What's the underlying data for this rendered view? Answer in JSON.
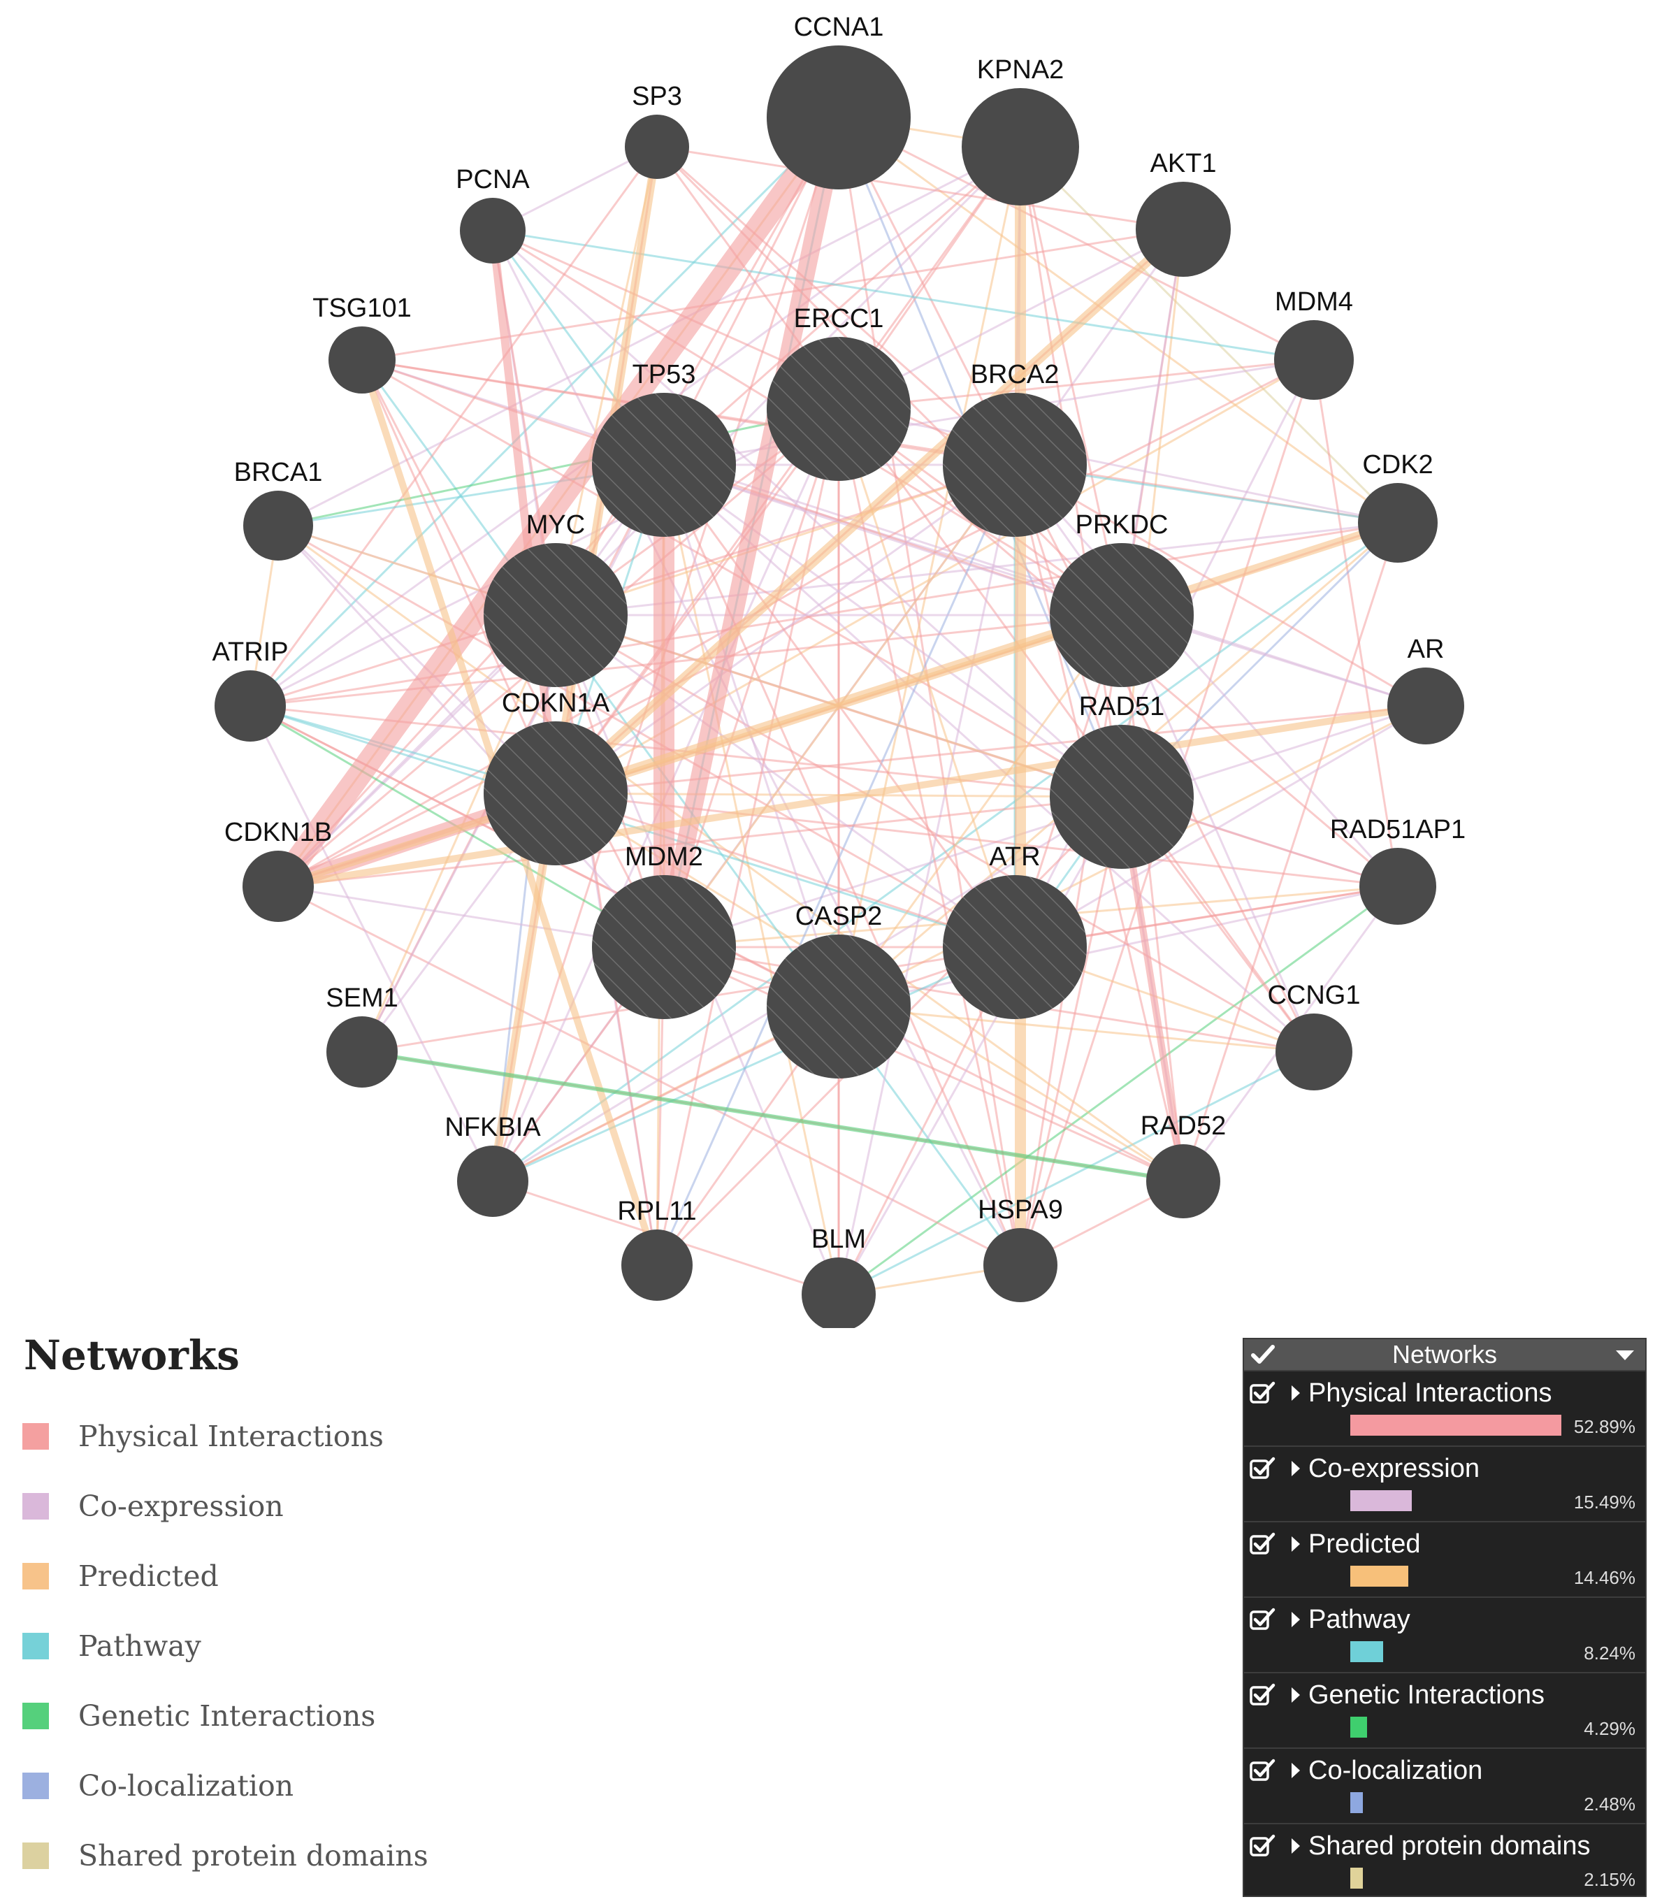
{
  "nodes": [
    {
      "id": "CCNA1",
      "label": "CCNA1",
      "kind": "related"
    },
    {
      "id": "KPNA2",
      "label": "KPNA2",
      "kind": "related"
    },
    {
      "id": "AKT1",
      "label": "AKT1",
      "kind": "related"
    },
    {
      "id": "MDM4",
      "label": "MDM4",
      "kind": "related"
    },
    {
      "id": "CDK2",
      "label": "CDK2",
      "kind": "related"
    },
    {
      "id": "AR",
      "label": "AR",
      "kind": "related"
    },
    {
      "id": "RAD51AP1",
      "label": "RAD51AP1",
      "kind": "related"
    },
    {
      "id": "CCNG1",
      "label": "CCNG1",
      "kind": "related"
    },
    {
      "id": "RAD52",
      "label": "RAD52",
      "kind": "related"
    },
    {
      "id": "HSPA9",
      "label": "HSPA9",
      "kind": "related"
    },
    {
      "id": "BLM",
      "label": "BLM",
      "kind": "related"
    },
    {
      "id": "RPL11",
      "label": "RPL11",
      "kind": "related"
    },
    {
      "id": "NFKBIA",
      "label": "NFKBIA",
      "kind": "related"
    },
    {
      "id": "SEM1",
      "label": "SEM1",
      "kind": "related"
    },
    {
      "id": "CDKN1B",
      "label": "CDKN1B",
      "kind": "related"
    },
    {
      "id": "ATRIP",
      "label": "ATRIP",
      "kind": "related"
    },
    {
      "id": "BRCA1",
      "label": "BRCA1",
      "kind": "related"
    },
    {
      "id": "TSG101",
      "label": "TSG101",
      "kind": "related"
    },
    {
      "id": "PCNA",
      "label": "PCNA",
      "kind": "related"
    },
    {
      "id": "SP3",
      "label": "SP3",
      "kind": "related"
    },
    {
      "id": "ERCC1",
      "label": "ERCC1",
      "kind": "query"
    },
    {
      "id": "BRCA2",
      "label": "BRCA2",
      "kind": "query"
    },
    {
      "id": "PRKDC",
      "label": "PRKDC",
      "kind": "query"
    },
    {
      "id": "RAD51",
      "label": "RAD51",
      "kind": "query"
    },
    {
      "id": "ATR",
      "label": "ATR",
      "kind": "query"
    },
    {
      "id": "CASP2",
      "label": "CASP2",
      "kind": "query"
    },
    {
      "id": "MDM2",
      "label": "MDM2",
      "kind": "query"
    },
    {
      "id": "CDKN1A",
      "label": "CDKN1A",
      "kind": "query"
    },
    {
      "id": "MYC",
      "label": "MYC",
      "kind": "query"
    },
    {
      "id": "TP53",
      "label": "TP53",
      "kind": "query"
    }
  ],
  "legend": {
    "title": "Networks",
    "items": [
      {
        "label": "Physical Interactions",
        "color": "#f4a0a0"
      },
      {
        "label": "Co-expression",
        "color": "#dab8da"
      },
      {
        "label": "Predicted",
        "color": "#f7c38a"
      },
      {
        "label": "Pathway",
        "color": "#76d1d8"
      },
      {
        "label": "Genetic Interactions",
        "color": "#55d07c"
      },
      {
        "label": "Co-localization",
        "color": "#9cb0e0"
      },
      {
        "label": "Shared protein domains",
        "color": "#dcd1a0"
      }
    ]
  },
  "panel": {
    "title": "Networks",
    "rows": [
      {
        "label": "Physical Interactions",
        "percent": "52.89%",
        "value": 52.89,
        "color": "#f49aa0"
      },
      {
        "label": "Co-expression",
        "percent": "15.49%",
        "value": 15.49,
        "color": "#dab8da"
      },
      {
        "label": "Predicted",
        "percent": "14.46%",
        "value": 14.46,
        "color": "#f7c07a"
      },
      {
        "label": "Pathway",
        "percent": "8.24%",
        "value": 8.24,
        "color": "#6fd0d8"
      },
      {
        "label": "Genetic Interactions",
        "percent": "4.29%",
        "value": 4.29,
        "color": "#3fcf6e"
      },
      {
        "label": "Co-localization",
        "percent": "2.48%",
        "value": 2.48,
        "color": "#8ea8e0"
      },
      {
        "label": "Shared protein domains",
        "percent": "2.15%",
        "value": 2.15,
        "color": "#e0d39a"
      }
    ]
  }
}
